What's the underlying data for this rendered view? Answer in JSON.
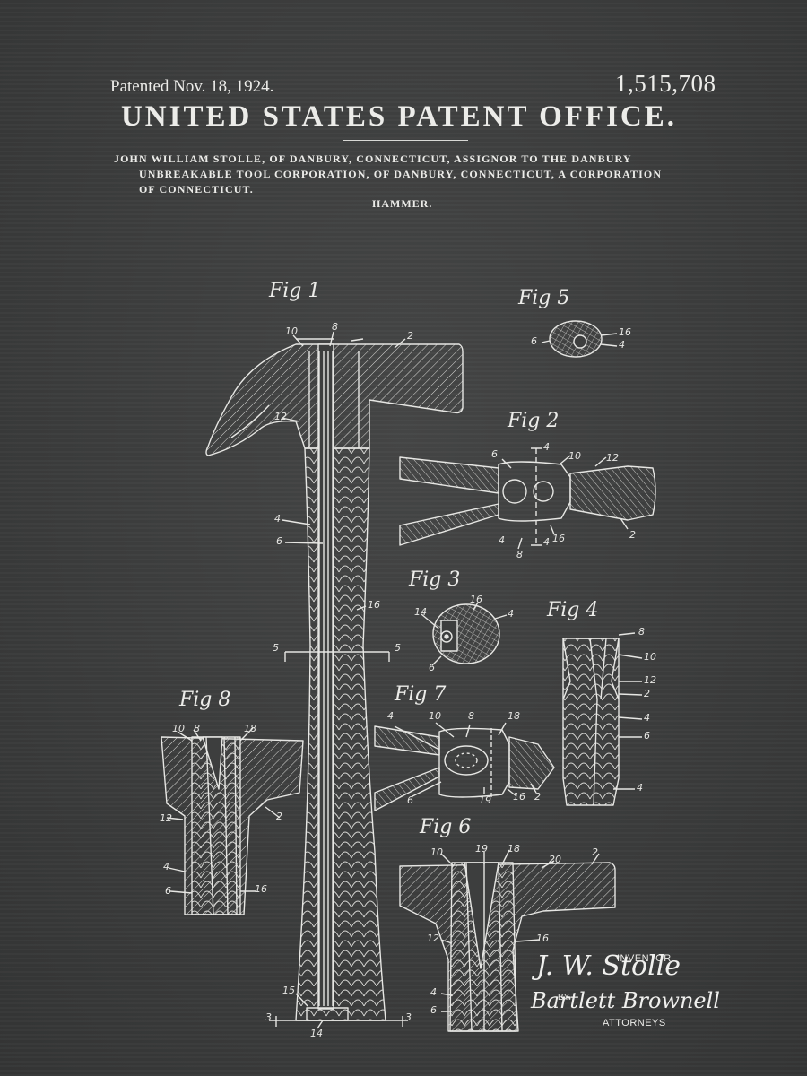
{
  "header": {
    "patented": "Patented Nov. 18, 1924.",
    "patent_number": "1,515,708",
    "office": "UNITED STATES PATENT OFFICE.",
    "inventor_line_1": "JOHN WILLIAM STOLLE, OF DANBURY, CONNECTICUT, ASSIGNOR TO THE DANBURY",
    "inventor_line_2": "UNBREAKABLE TOOL CORPORATION, OF DANBURY, CONNECTICUT, A CORPORATION",
    "inventor_line_3": "OF CONNECTICUT.",
    "subject": "HAMMER."
  },
  "figures": {
    "fig1": "Fig 1",
    "fig2": "Fig 2",
    "fig3": "Fig 3",
    "fig4": "Fig 4",
    "fig5": "Fig 5",
    "fig6": "Fig 6",
    "fig7": "Fig 7",
    "fig8": "Fig 8"
  },
  "reference_numerals": {
    "n2": "2",
    "n3": "3",
    "n4": "4",
    "n5": "5",
    "n6": "6",
    "n8": "8",
    "n10": "10",
    "n12": "12",
    "n14": "14",
    "n15": "15",
    "n16": "16",
    "n18": "18",
    "n19": "19",
    "n20": "20"
  },
  "signatures": {
    "inventor_label": "INVENTOR",
    "inventor_signature": "J. W. Stolle",
    "by_label": "BY",
    "attorneys_signature": "Bartlett Brownell",
    "attorneys_label": "ATTORNEYS"
  },
  "colors": {
    "background": "#3d3e3e",
    "ink": "#ecece9"
  }
}
